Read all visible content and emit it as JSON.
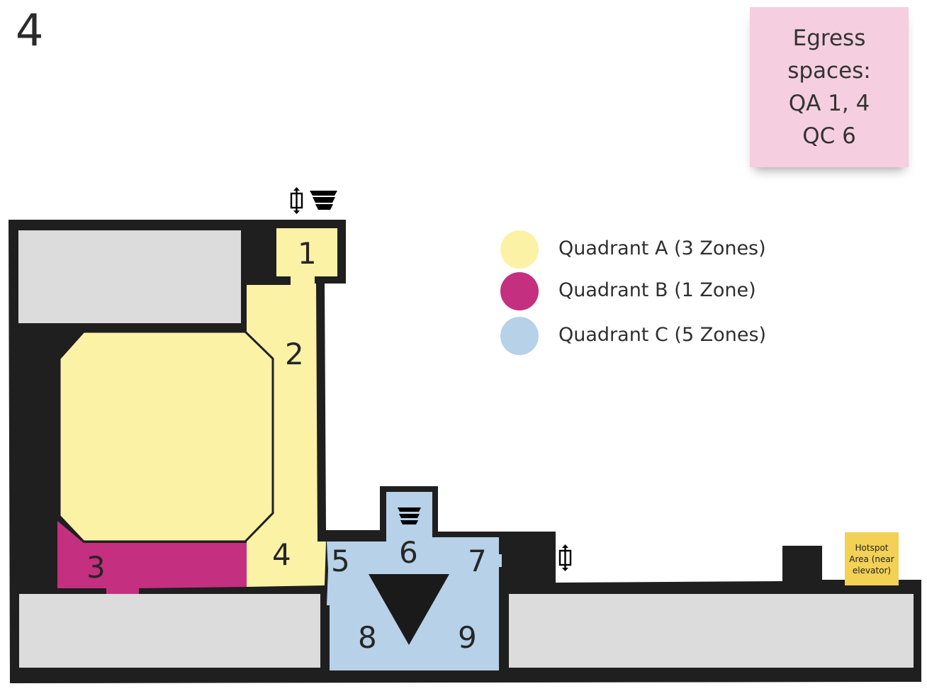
{
  "page": {
    "number": "4"
  },
  "egress_note": {
    "lines": [
      "Egress",
      "spaces:",
      "QA 1, 4",
      "QC 6"
    ],
    "color": "#f5cfdf"
  },
  "legend": {
    "items": [
      {
        "label": "Quadrant A (3 Zones)",
        "color": "#fbf2a6"
      },
      {
        "label": "Quadrant B (1 Zone)",
        "color": "#c52f80"
      },
      {
        "label": "Quadrant C (5 Zones)",
        "color": "#b6d1e8"
      }
    ]
  },
  "zones": [
    {
      "number": "1",
      "quadrant": "A"
    },
    {
      "number": "2",
      "quadrant": "A"
    },
    {
      "number": "3",
      "quadrant": "B"
    },
    {
      "number": "4",
      "quadrant": "A"
    },
    {
      "number": "5",
      "quadrant": "C"
    },
    {
      "number": "6",
      "quadrant": "C"
    },
    {
      "number": "7",
      "quadrant": "C"
    },
    {
      "number": "8",
      "quadrant": "C"
    },
    {
      "number": "9",
      "quadrant": "C"
    }
  ],
  "hotspot": {
    "lines": [
      "Hotspot",
      "Area (near",
      "elevator)"
    ],
    "color": "#f2d156"
  },
  "icons": [
    "elevator-icon",
    "stairs-icon",
    "down-triangle-icon"
  ],
  "colors": {
    "walls": "#1f1f1f",
    "rooms": "#dcdcdc"
  }
}
